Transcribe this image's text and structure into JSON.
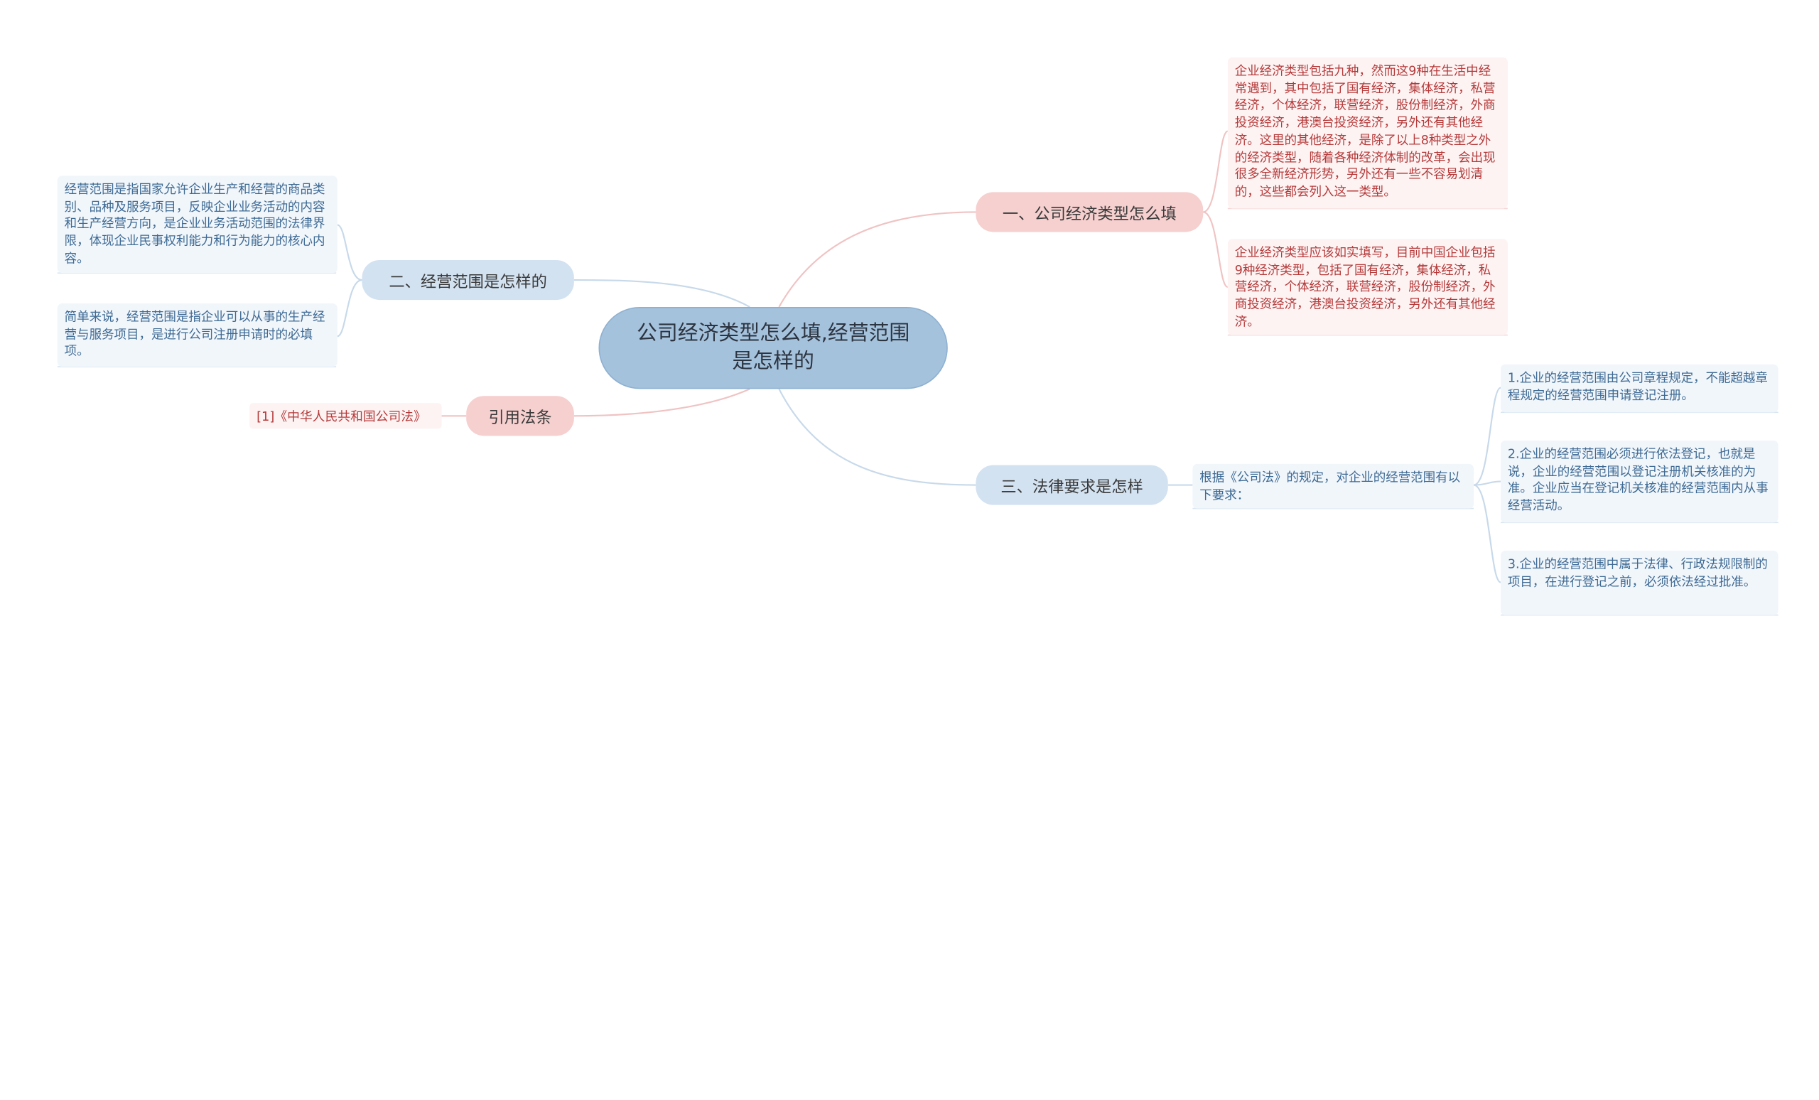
{
  "root": {
    "title": "公司经济类型怎么填,经营范围是怎样的"
  },
  "branches": {
    "b1": {
      "label": "一、公司经济类型怎么填",
      "leaves": [
        "企业经济类型包括九种，然而这9种在生活中经常遇到，其中包括了国有经济，集体经济，私营经济，个体经济，联营经济，股份制经济，外商投资经济，港澳台投资经济，另外还有其他经济。这里的其他经济，是除了以上8种类型之外的经济类型，随着各种经济体制的改革，会出现很多全新经济形势，另外还有一些不容易划清的，这些都会列入这一类型。",
        "企业经济类型应该如实填写，目前中国企业包括9种经济类型，包括了国有经济，集体经济，私营经济，个体经济，联营经济，股份制经济，外商投资经济，港澳台投资经济，另外还有其他经济。"
      ]
    },
    "b2": {
      "label": "二、经营范围是怎样的",
      "leaves": [
        "经营范围是指国家允许企业生产和经营的商品类别、品种及服务项目，反映企业业务活动的内容和生产经营方向，是企业业务活动范围的法律界限，体现企业民事权利能力和行为能力的核心内容。",
        "简单来说，经营范围是指企业可以从事的生产经营与服务项目，是进行公司注册申请时的必填项。"
      ]
    },
    "b3": {
      "label": "三、法律要求是怎样",
      "intro": "根据《公司法》的规定，对企业的经营范围有以下要求：",
      "leaves": [
        "1.企业的经营范围由公司章程规定，不能超越章程规定的经营范围申请登记注册。",
        "2.企业的经营范围必须进行依法登记，也就是说，企业的经营范围以登记注册机关核准的为准。企业应当在登记机关核准的经营范围内从事经营活动。",
        "3.企业的经营范围中属于法律、行政法规限制的项目，在进行登记之前，必须依法经过批准。"
      ]
    },
    "b4": {
      "label": "引用法条",
      "ref": "[1]《中华人民共和国公司法》"
    }
  },
  "colors": {
    "root_fill": "#a5c2dc",
    "pink_branch": "#f6cfcf",
    "blue_branch": "#d3e2f1",
    "pink_text": "#b53a3a",
    "blue_text": "#3e6a94",
    "pink_line": "#f0b8b8",
    "blue_line": "#b9cfe4"
  }
}
